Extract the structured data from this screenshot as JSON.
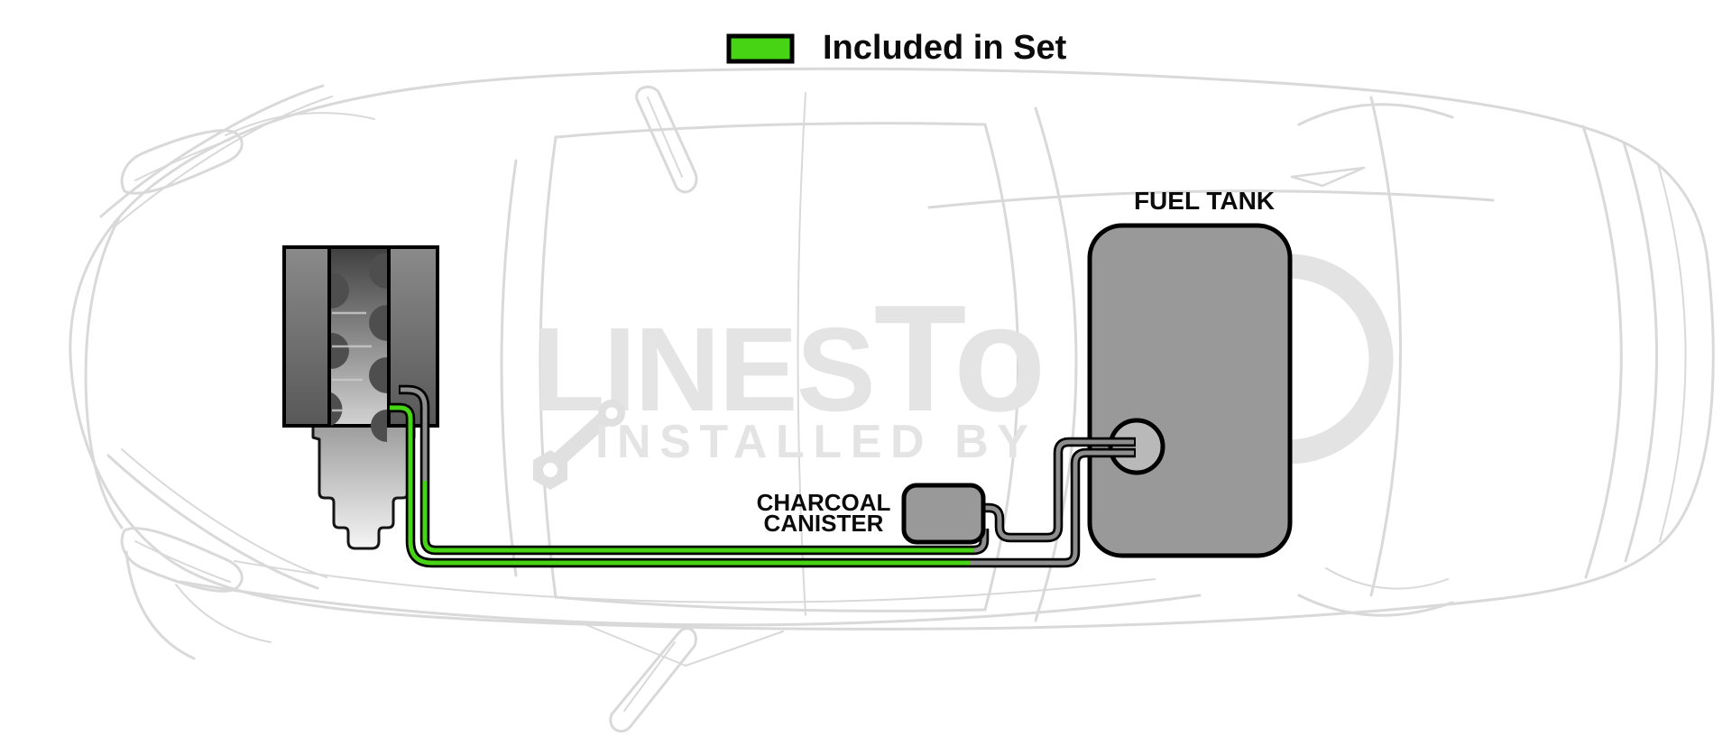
{
  "legend": {
    "label": "Included in Set"
  },
  "component_labels": {
    "fuel_tank": "FUEL TANK",
    "charcoal_canister": [
      "CHARCOAL",
      "CANISTER"
    ]
  },
  "watermark": {
    "brand_main": "LINES",
    "brand_suffix": "To",
    "tagline": "INSTALLED BY"
  },
  "colors": {
    "included_green": "#47d414",
    "line_gray": "#8e8e8e",
    "component_gray": "#999999",
    "sender_gray": "#b9b9b9",
    "outline_black": "#000000",
    "watermark_gray": "#e4e4e4",
    "car_outline_gray": "#d9d9d9",
    "label_black": "#0b0b0b"
  },
  "diagram": {
    "view": "top-down car chassis",
    "components": [
      {
        "id": "engine",
        "name": "engine block"
      },
      {
        "id": "transmission",
        "name": "transmission"
      },
      {
        "id": "charcoal-canister",
        "name": "charcoal canister"
      },
      {
        "id": "fuel-tank",
        "name": "fuel tank"
      },
      {
        "id": "fuel-sender",
        "name": "fuel tank sender unit"
      }
    ],
    "lines": [
      {
        "id": "fuel-feed-line",
        "from": "engine",
        "to": "fuel-sender",
        "included_in_set": true
      },
      {
        "id": "vapor-line",
        "from": "engine",
        "to": "charcoal-canister",
        "included_in_set": true
      },
      {
        "id": "canister-to-tank-hose",
        "from": "charcoal-canister",
        "to": "fuel-sender",
        "included_in_set": false
      }
    ]
  }
}
